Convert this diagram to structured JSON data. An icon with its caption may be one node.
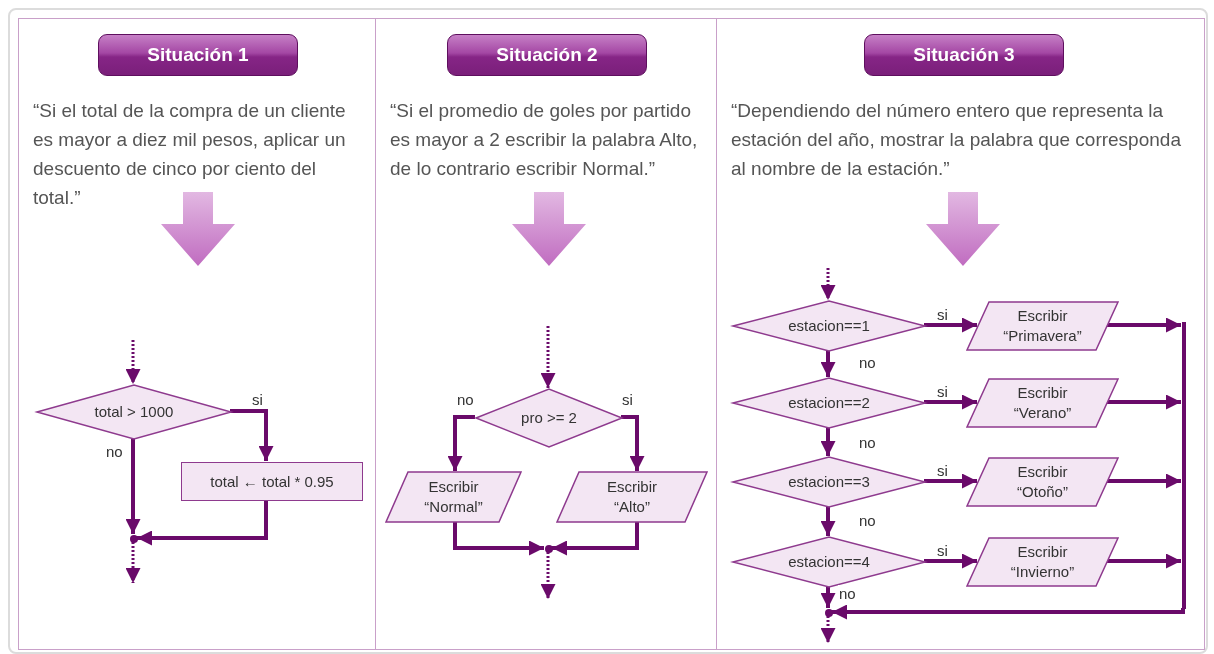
{
  "diagram": {
    "nodes": [
      {
        "text": [
          "“Si el total de la compra de un cliente es mayor a diez mil pesos, aplicar un descuento de cinco por ciento del total.”"
        ]
      },
      {
        "text": [
          "Situación 1"
        ],
        "in": 0
      },
      {
        "text": [
          "total > 1000"
        ],
        "in": 0
      },
      {
        "text": [
          "total ← total * 0.95"
        ],
        "in": 0
      },
      {
        "text": [
          "“Si el promedio de goles por partido es mayor a 2 escribir la palabra Alto, de lo contrario escribir Normal.”"
        ]
      },
      {
        "text": [
          "Situación 2"
        ],
        "in": 4
      },
      {
        "text": [
          "pro >= 2"
        ],
        "in": 4
      },
      {
        "text": [
          "Escribir “Normal”"
        ],
        "in": 4
      },
      {
        "text": [
          "Escribir “Alto”"
        ],
        "in": 4
      },
      {
        "text": [
          "“Dependiendo del número entero que representa la estación del año, mostrar la palabra que corresponda al nombre de la estación.”"
        ]
      },
      {
        "text": [
          "Situación 3"
        ],
        "in": 9
      },
      {
        "text": [
          "estacion==1"
        ],
        "in": 9
      },
      {
        "text": [
          "Escribir “Primavera”"
        ],
        "in": 9
      },
      {
        "text": [
          "estacion==2"
        ],
        "in": 9
      },
      {
        "text": [
          "Escribir “Verano”"
        ],
        "in": 9
      },
      {
        "text": [
          "estacion==3"
        ],
        "in": 9
      },
      {
        "text": [
          "Escribir “Otoño”"
        ],
        "in": 9
      },
      {
        "text": [
          "estacion==4"
        ],
        "in": 9
      },
      {
        "text": [
          "Escribir “Invierno”"
        ],
        "in": 9
      },
      {
        "text": [],
        "shape": "point",
        "in": 0
      },
      {
        "text": [],
        "shape": "point",
        "in": 4
      },
      {
        "text": [],
        "shape": "bar",
        "in": 9
      },
      {
        "text": [],
        "shape": "point",
        "in": 9
      }
    ],
    "edges": [
      {
        "from": null,
        "to": 2,
        "arrow": "to",
        "style": "dashed"
      },
      {
        "from": 2,
        "to": 3,
        "arrow": "to",
        "label": "si"
      },
      {
        "from": 2,
        "to": 19,
        "arrow": "to",
        "label": "no"
      },
      {
        "from": 3,
        "to": 19,
        "arrow": "to"
      },
      {
        "from": null,
        "to": 6,
        "arrow": "to",
        "style": "dashed"
      },
      {
        "from": 6,
        "to": 7,
        "arrow": "to",
        "label": "no"
      },
      {
        "from": 6,
        "to": 8,
        "arrow": "to",
        "label": "si"
      },
      {
        "from": 7,
        "to": 20,
        "arrow": "to"
      },
      {
        "from": 8,
        "to": 20,
        "arrow": "to"
      },
      {
        "from": null,
        "to": 11,
        "arrow": "to",
        "style": "dashed"
      },
      {
        "from": 11,
        "to": 12,
        "arrow": "to",
        "label": "si"
      },
      {
        "from": 11,
        "to": 13,
        "arrow": "to",
        "label": "no"
      },
      {
        "from": 13,
        "to": 14,
        "arrow": "to",
        "label": "si"
      },
      {
        "from": 13,
        "to": 15,
        "arrow": "to",
        "label": "no"
      },
      {
        "from": 15,
        "to": 16,
        "arrow": "to",
        "label": "si"
      },
      {
        "from": 15,
        "to": 17,
        "arrow": "to",
        "label": "no"
      },
      {
        "from": 17,
        "to": 18,
        "arrow": "to",
        "label": "si"
      },
      {
        "from": 17,
        "to": 22,
        "arrow": "to",
        "label": "no"
      },
      {
        "from": 12,
        "to": 21,
        "arrow": "to"
      },
      {
        "from": 14,
        "to": 21,
        "arrow": "to"
      },
      {
        "from": 16,
        "to": 21,
        "arrow": "to"
      },
      {
        "from": 18,
        "to": 21,
        "arrow": "to"
      },
      {
        "from": 21,
        "to": 22,
        "arrow": "to"
      },
      {
        "from": 19,
        "to": null,
        "arrow": "to",
        "style": "dashed"
      },
      {
        "from": 20,
        "to": null,
        "arrow": "to",
        "style": "dashed"
      },
      {
        "from": 22,
        "to": null,
        "arrow": "to",
        "style": "dashed"
      }
    ]
  }
}
